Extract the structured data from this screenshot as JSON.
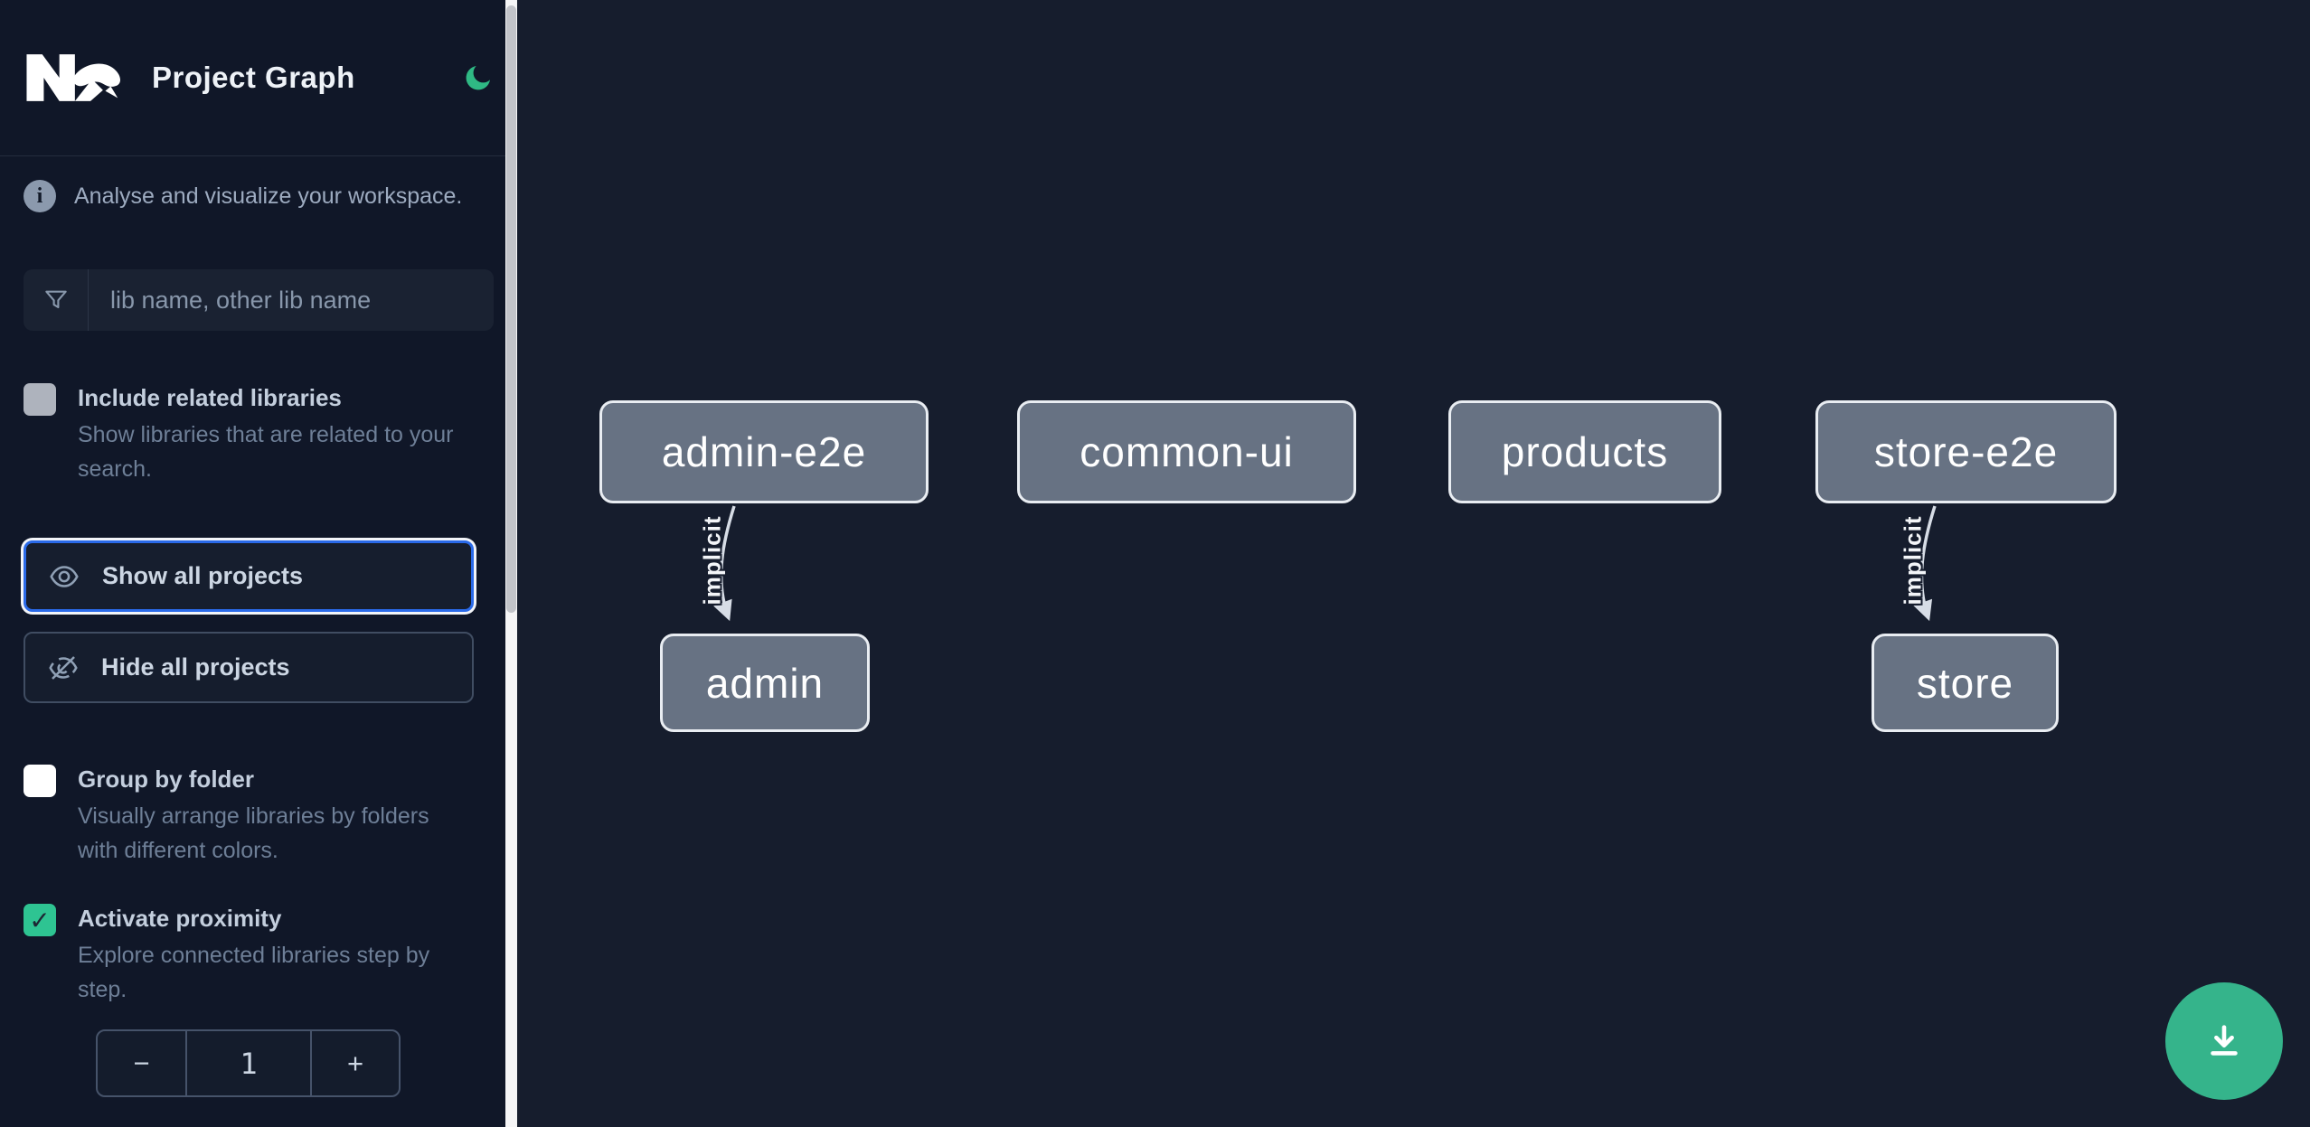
{
  "header": {
    "title": "Project Graph",
    "logo": "nx-logo",
    "theme_toggle_icon": "moon"
  },
  "intro": {
    "text": "Analyse and visualize your workspace."
  },
  "filter": {
    "placeholder": "lib name, other lib name",
    "value": ""
  },
  "options": {
    "include_related": {
      "label": "Include related libraries",
      "description": "Show libraries that are related to your search.",
      "checked": false
    },
    "group_by_folder": {
      "label": "Group by folder",
      "description": "Visually arrange libraries by folders with different colors.",
      "checked": false
    },
    "activate_proximity": {
      "label": "Activate proximity",
      "description": "Explore connected libraries step by step.",
      "checked": true
    }
  },
  "actions": {
    "show_all_label": "Show all projects",
    "hide_all_label": "Hide all projects"
  },
  "proximity_stepper": {
    "decrement": "−",
    "value": "1",
    "increment": "+"
  },
  "icons": {
    "check": "✓",
    "info": "i"
  },
  "graph": {
    "nodes": [
      {
        "label": "admin-e2e"
      },
      {
        "label": "common-ui"
      },
      {
        "label": "products"
      },
      {
        "label": "store-e2e"
      },
      {
        "label": "admin"
      },
      {
        "label": "store"
      }
    ],
    "edges": [
      {
        "from": "admin-e2e",
        "to": "admin",
        "label": "implicit"
      },
      {
        "from": "store-e2e",
        "to": "store",
        "label": "implicit"
      }
    ]
  },
  "colors": {
    "sidebar_bg": "#101728",
    "canvas_bg": "#161d2d",
    "accent_green": "#35b48b",
    "checkbox_green": "#2ec492",
    "focus_blue": "#2a6ae9",
    "node_fill": "#677283",
    "node_border": "#e9edf2"
  }
}
